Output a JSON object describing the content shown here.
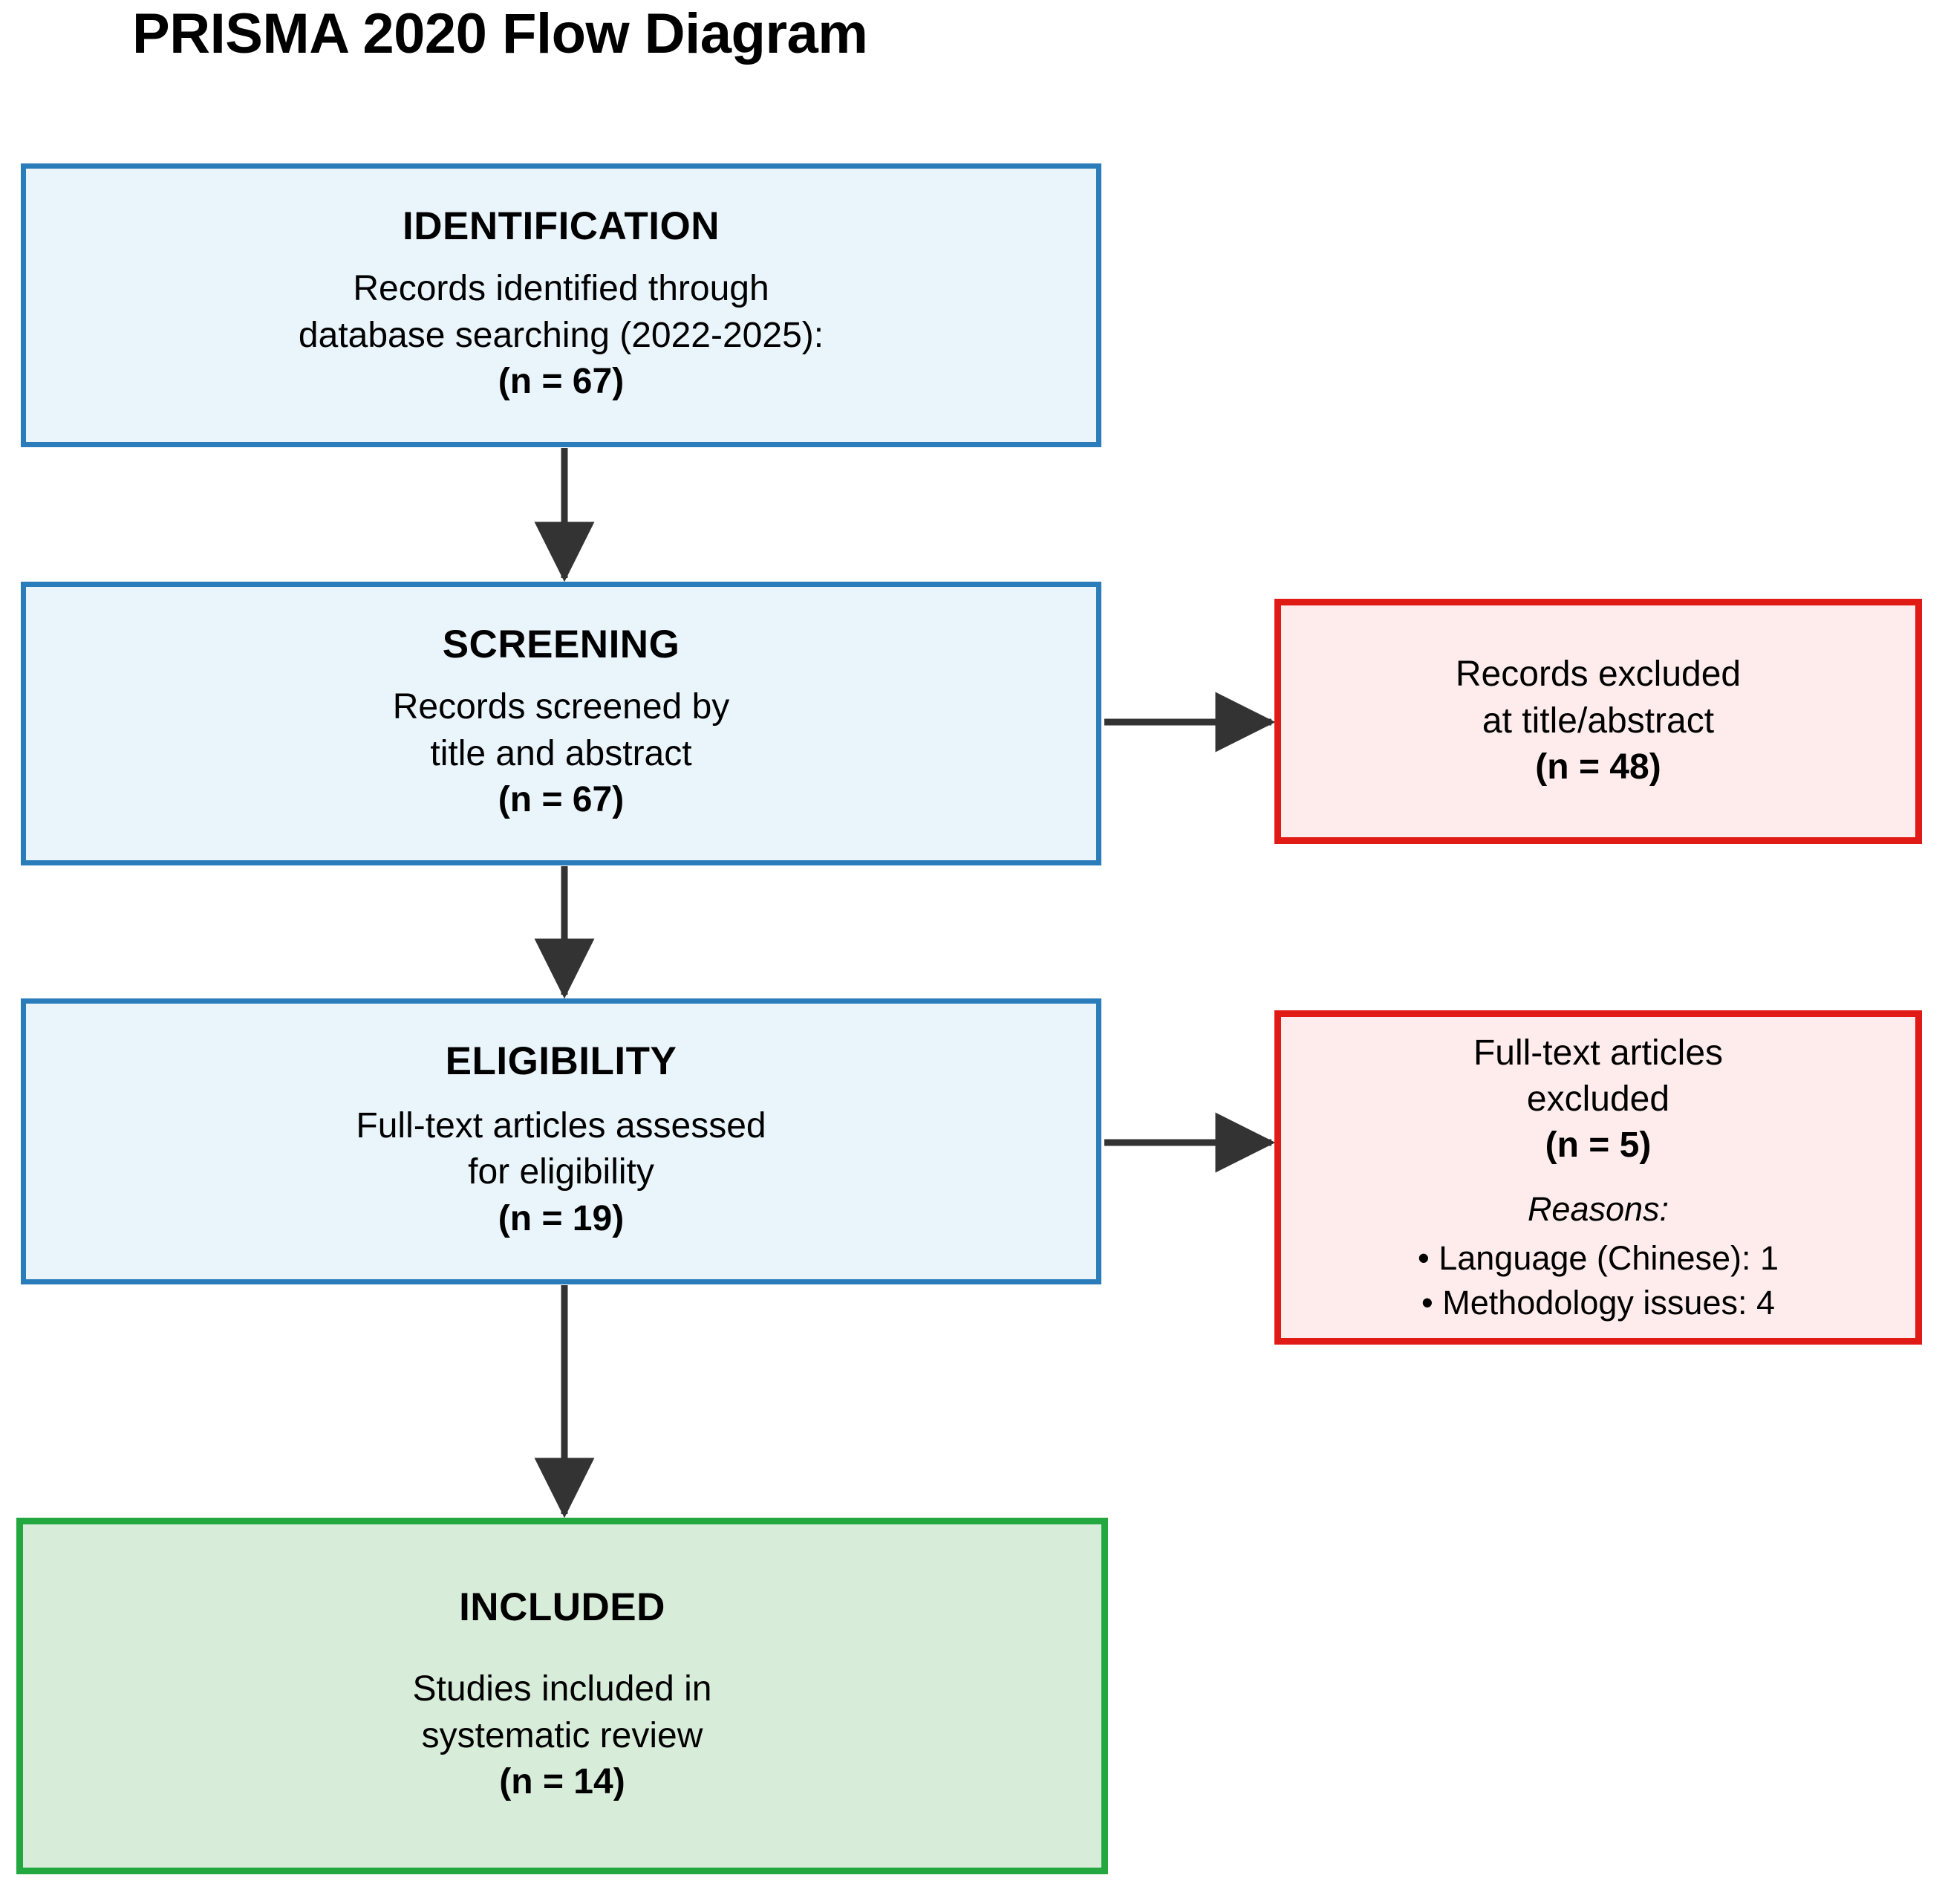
{
  "title": "PRISMA 2020 Flow Diagram",
  "colors": {
    "blue_border": "#2b7cba",
    "blue_fill": "#e9f4fb",
    "red_border": "#e01b16",
    "red_fill": "#fdeceb",
    "green_border": "#22a83f",
    "green_fill": "#d8ecda",
    "arrow": "#333333",
    "text": "#000000"
  },
  "boxes": {
    "identification": {
      "stage": "IDENTIFICATION",
      "line1": "Records identified through",
      "line2": "database searching (2022-2025):",
      "count": "(n = 67)"
    },
    "screening": {
      "stage": "SCREENING",
      "line1": "Records screened by",
      "line2": "title and abstract",
      "count": "(n = 67)"
    },
    "eligibility": {
      "stage": "ELIGIBILITY",
      "line1": "Full-text articles assessed",
      "line2": "for eligibility",
      "count": "(n = 19)"
    },
    "included": {
      "stage": "INCLUDED",
      "line1": "Studies included in",
      "line2": "systematic review",
      "count": "(n = 14)"
    },
    "excluded_screening": {
      "line1": "Records excluded",
      "line2": "at title/abstract",
      "count": "(n = 48)"
    },
    "excluded_fulltext": {
      "line1": "Full-text articles",
      "line2": "excluded",
      "count": "(n = 5)",
      "reasons_label": "Reasons:",
      "reason1": "• Language (Chinese): 1",
      "reason2": "• Methodology issues: 4"
    }
  },
  "chart_data": {
    "type": "diagram",
    "diagram_kind": "PRISMA 2020 flow diagram",
    "title": "PRISMA 2020 Flow Diagram",
    "nodes": [
      {
        "id": "identification",
        "stage": "IDENTIFICATION",
        "text": "Records identified through database searching (2022-2025):",
        "n": 67,
        "style": "blue"
      },
      {
        "id": "screening",
        "stage": "SCREENING",
        "text": "Records screened by title and abstract",
        "n": 67,
        "style": "blue"
      },
      {
        "id": "excluded_screening",
        "stage": "",
        "text": "Records excluded at title/abstract",
        "n": 48,
        "style": "red"
      },
      {
        "id": "eligibility",
        "stage": "ELIGIBILITY",
        "text": "Full-text articles assessed for eligibility",
        "n": 19,
        "style": "blue"
      },
      {
        "id": "excluded_fulltext",
        "stage": "",
        "text": "Full-text articles excluded",
        "n": 5,
        "style": "red",
        "reasons": [
          {
            "label": "Language (Chinese)",
            "n": 1
          },
          {
            "label": "Methodology issues",
            "n": 4
          }
        ]
      },
      {
        "id": "included",
        "stage": "INCLUDED",
        "text": "Studies included in systematic review",
        "n": 14,
        "style": "green"
      }
    ],
    "edges": [
      {
        "from": "identification",
        "to": "screening",
        "direction": "down"
      },
      {
        "from": "screening",
        "to": "excluded_screening",
        "direction": "right"
      },
      {
        "from": "screening",
        "to": "eligibility",
        "direction": "down"
      },
      {
        "from": "eligibility",
        "to": "excluded_fulltext",
        "direction": "right"
      },
      {
        "from": "eligibility",
        "to": "included",
        "direction": "down"
      }
    ]
  }
}
